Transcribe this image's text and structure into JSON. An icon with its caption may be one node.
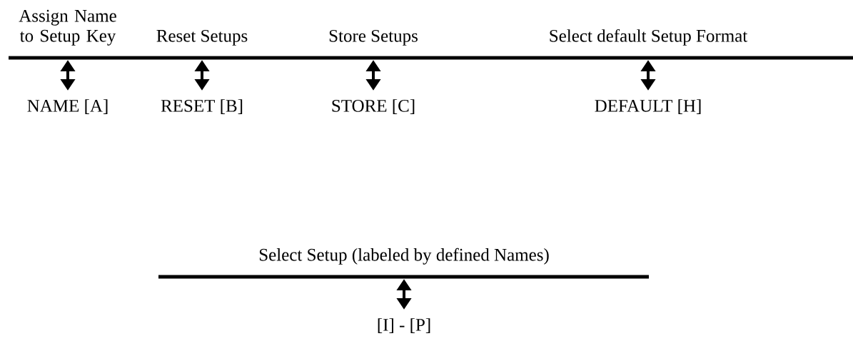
{
  "diagram": {
    "nodes": [
      {
        "text": [
          "Assign Name to Setup Key"
        ]
      },
      {
        "text": [
          "Reset Setups"
        ]
      },
      {
        "text": [
          "Store Setups"
        ]
      },
      {
        "text": [
          "Select default Setup Format"
        ]
      },
      {
        "text": [
          "NAME [A]"
        ]
      },
      {
        "text": [
          "RESET [B]"
        ]
      },
      {
        "text": [
          "STORE [C]"
        ]
      },
      {
        "text": [
          "DEFAULT [H]"
        ]
      },
      {
        "text": [
          "Select Setup (labeled by defined Names)"
        ]
      },
      {
        "text": [
          "[I] - [P]"
        ]
      }
    ],
    "edges": [
      {
        "from": 0,
        "to": 4,
        "arrow": "both"
      },
      {
        "from": 1,
        "to": 5,
        "arrow": "both"
      },
      {
        "from": 2,
        "to": 6,
        "arrow": "both"
      },
      {
        "from": 3,
        "to": 7,
        "arrow": "both"
      },
      {
        "from": 8,
        "to": 9,
        "arrow": "both"
      }
    ]
  }
}
